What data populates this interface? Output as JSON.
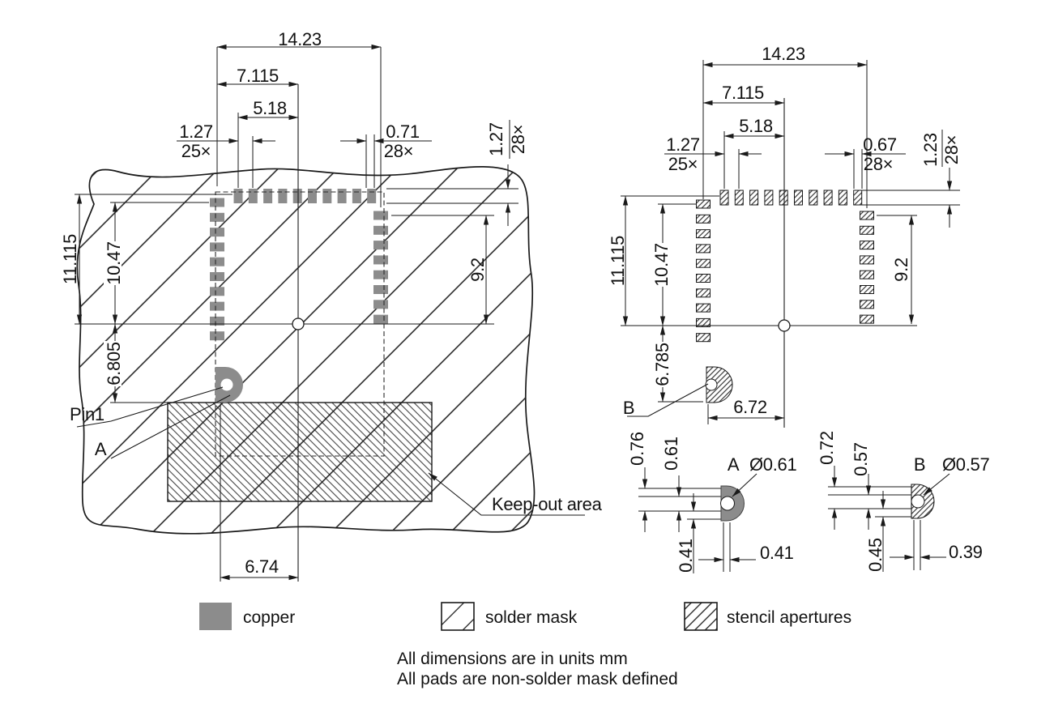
{
  "left_view": {
    "dim_overall_width": "14.23",
    "dim_half_width": "7.115",
    "dim_pad_span": "5.18",
    "pitch": "1.27",
    "pitch_qty": "25×",
    "pad_width": "0.71",
    "pad_width_qty": "28×",
    "pad_height": "1.27",
    "pad_height_qty": "28×",
    "dim_overall_height": "11.115",
    "dim_col_height": "10.47",
    "dim_pin1_drop": "6.805",
    "dim_right_col_height": "9.2",
    "dim_pin1_offset_x": "6.74",
    "pin1_label": "Pin1",
    "detail_ref": "A",
    "keepout_label": "Keep-out area"
  },
  "right_view": {
    "dim_overall_width": "14.23",
    "dim_half_width": "7.115",
    "dim_pad_span": "5.18",
    "pitch": "1.27",
    "pitch_qty": "25×",
    "pad_width": "0.67",
    "pad_width_qty": "28×",
    "pad_height": "1.23",
    "pad_height_qty": "28×",
    "dim_overall_height": "11.115",
    "dim_col_height": "10.47",
    "dim_pin1_drop": "6.785",
    "dim_right_col_height": "9.2",
    "dim_pin1_offset_x": "6.72",
    "detail_ref": "B"
  },
  "detail_a": {
    "label": "A",
    "diameter": "Ø0.61",
    "dim_outer": "0.76",
    "dim_notch": "0.61",
    "dim_stem_drop": "0.41",
    "dim_stem_width": "0.41"
  },
  "detail_b": {
    "label": "B",
    "diameter": "Ø0.57",
    "dim_outer": "0.72",
    "dim_notch": "0.57",
    "dim_stem_drop": "0.45",
    "dim_stem_width": "0.39"
  },
  "legend": {
    "copper": "copper",
    "solder_mask": "solder mask",
    "stencil_apertures": "stencil apertures"
  },
  "notes": {
    "units": "All dimensions are in units mm",
    "pads": "All pads are non-solder mask defined"
  },
  "colors": {
    "copper_fill": "#8c8c8c",
    "line": "#1a1a1a"
  }
}
